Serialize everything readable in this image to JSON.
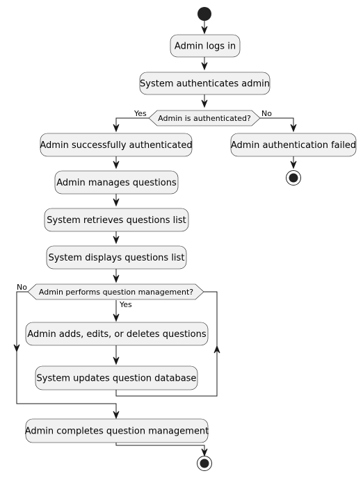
{
  "diagram": {
    "actions": {
      "logs_in": "Admin logs in",
      "authenticates": "System authenticates admin",
      "auth_success": "Admin successfully authenticated",
      "auth_failed": "Admin authentication failed",
      "manages": "Admin manages questions",
      "retrieves": "System retrieves questions list",
      "displays": "System displays questions list",
      "adds_edits": "Admin adds, edits, or deletes questions",
      "updates_db": "System updates question database",
      "completes": "Admin completes question management"
    },
    "decisions": {
      "is_authenticated": "Admin is authenticated?",
      "performs_management": "Admin performs question management?"
    },
    "branch_labels": {
      "auth_yes": "Yes",
      "auth_no": "No",
      "loop_yes": "Yes",
      "loop_no": "No"
    }
  }
}
